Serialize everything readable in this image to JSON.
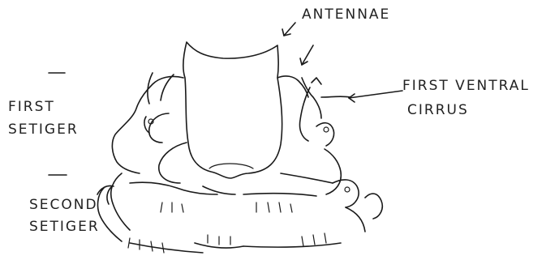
{
  "labels": {
    "antennae": "ANTENNAE",
    "first_ventral_cirrus_line1": "FIRST VENTRAL",
    "first_ventral_cirrus_line2": "CIRRUS",
    "first_setiger_line1": "FIRST",
    "first_setiger_line2": "SETIGER",
    "second_setiger_line1": "SECOND",
    "second_setiger_line2": "SETIGER"
  }
}
